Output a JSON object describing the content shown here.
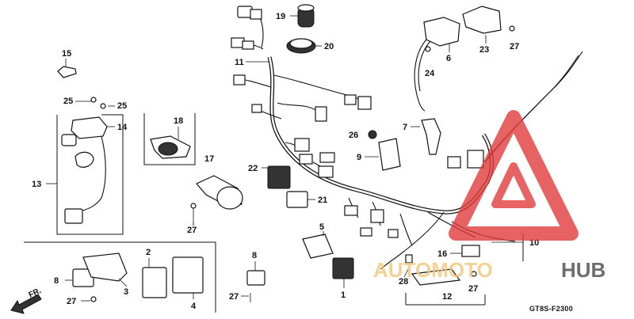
{
  "diagram": {
    "callouts": [
      "1",
      "2",
      "3",
      "4",
      "5",
      "6",
      "7",
      "8",
      "9",
      "10",
      "11",
      "12",
      "13",
      "14",
      "15",
      "16",
      "17",
      "18",
      "19",
      "20",
      "21",
      "22",
      "23",
      "24",
      "25",
      "26",
      "27",
      "28"
    ],
    "front_indicator": "FR.",
    "drawing_code": "GT8S-F2300"
  },
  "watermark": {
    "text_left": "AUTOMOTO",
    "text_right": "HUB",
    "colors": {
      "triangle": "#e23b3b",
      "text_left": "#f2c77c",
      "text_right": "#4a4a4a"
    }
  }
}
